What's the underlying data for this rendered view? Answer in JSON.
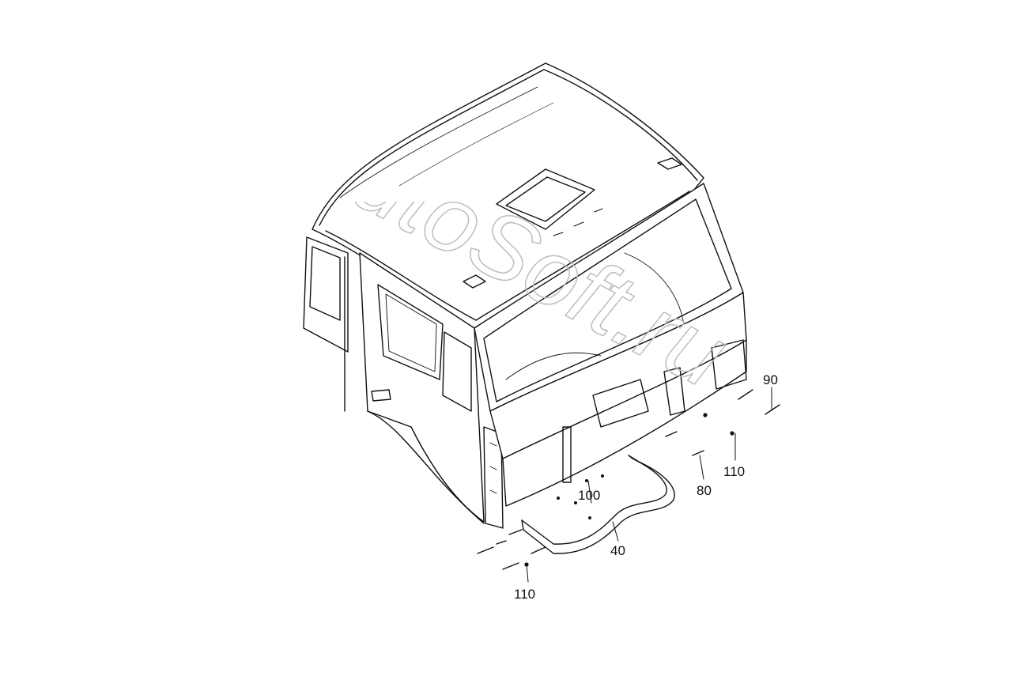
{
  "watermark": {
    "text": "AutoSoft.ru"
  },
  "callouts": [
    {
      "id": "p90",
      "label": "90"
    },
    {
      "id": "p110a",
      "label": "110"
    },
    {
      "id": "p80",
      "label": "80"
    },
    {
      "id": "p100",
      "label": "100"
    },
    {
      "id": "p40",
      "label": "40"
    },
    {
      "id": "p110b",
      "label": "110"
    }
  ]
}
